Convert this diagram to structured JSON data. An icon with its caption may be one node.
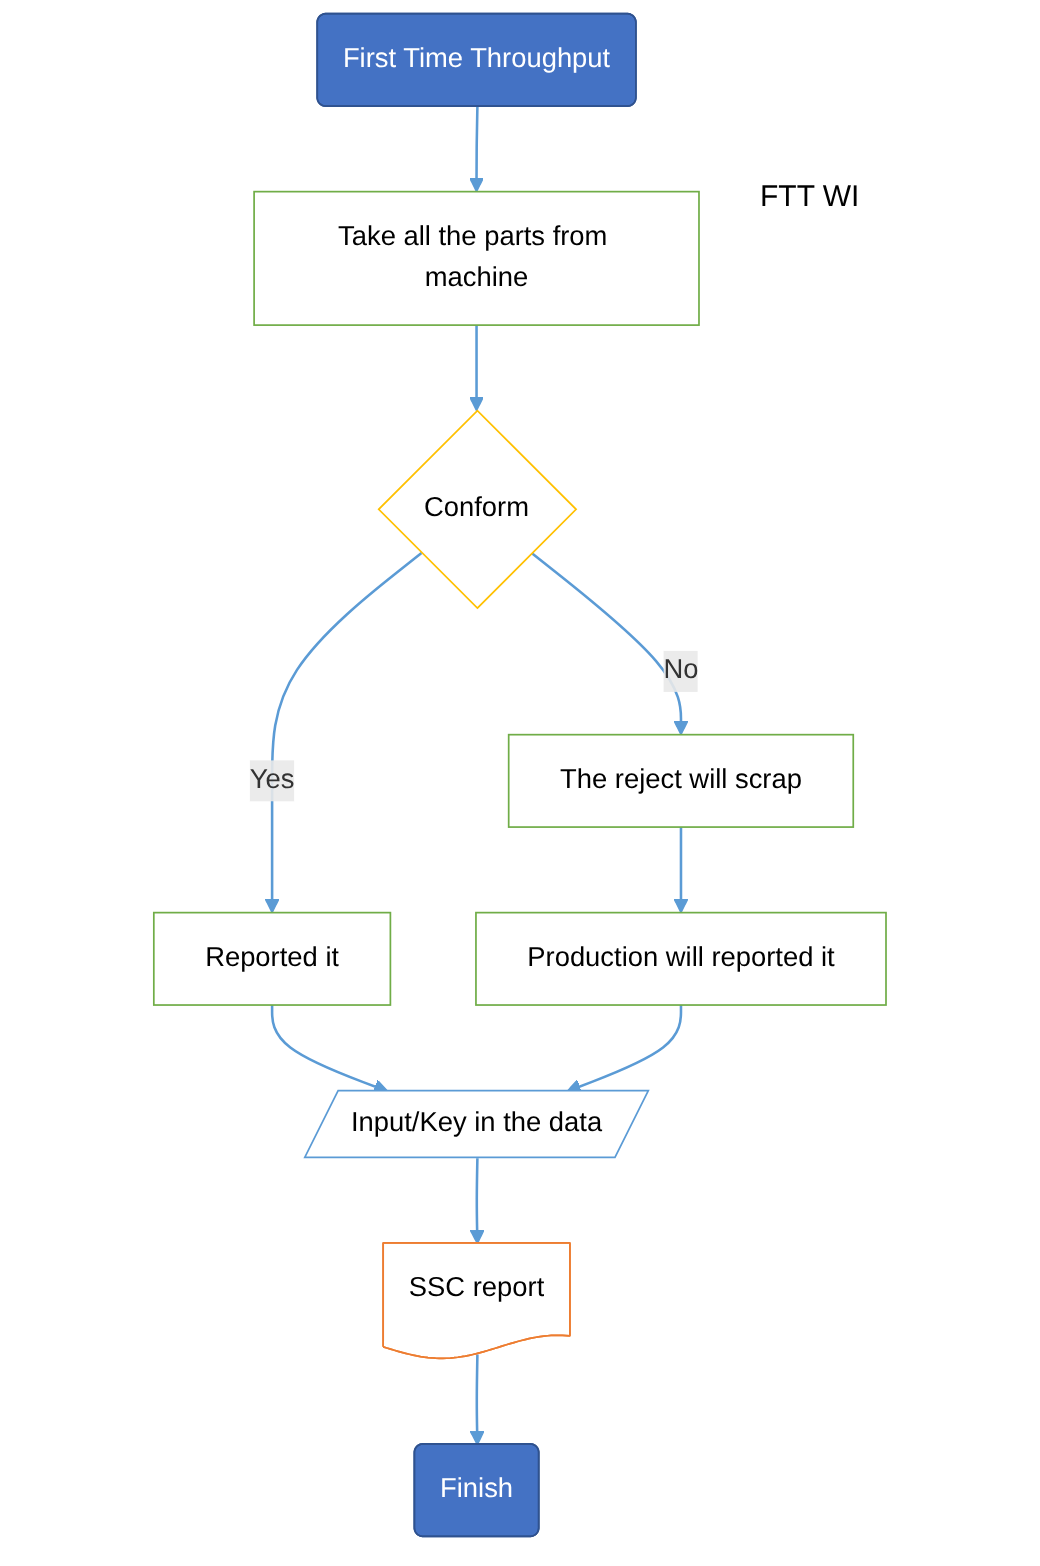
{
  "diagram": {
    "nodes": [
      {
        "text": [
          "First Time Throughput"
        ]
      },
      {
        "text": [
          "Take all the parts from machine"
        ]
      },
      {
        "text": [
          "Conform"
        ]
      },
      {
        "text": [
          "The reject will scrap"
        ]
      },
      {
        "text": [
          "Reported it"
        ]
      },
      {
        "text": [
          "Production will reported it"
        ]
      },
      {
        "text": [
          "Input/Key in the data"
        ]
      },
      {
        "text": [
          "SSC report"
        ]
      },
      {
        "text": [
          "Finish"
        ]
      }
    ],
    "edges": [
      {
        "from": 0,
        "to": 1,
        "arrow": "to"
      },
      {
        "from": 1,
        "to": 2,
        "arrow": "to"
      },
      {
        "from": 2,
        "to": 3,
        "arrow": "to",
        "label": "No"
      },
      {
        "from": 2,
        "to": 4,
        "arrow": "to",
        "label": "Yes"
      },
      {
        "from": 3,
        "to": 5,
        "arrow": "to"
      },
      {
        "from": 4,
        "to": 6,
        "arrow": "to"
      },
      {
        "from": 5,
        "to": 6,
        "arrow": "to"
      },
      {
        "from": 6,
        "to": 7,
        "arrow": "to"
      },
      {
        "from": 7,
        "to": 8,
        "arrow": "to"
      }
    ],
    "labels": [
      "FTT WI"
    ]
  }
}
